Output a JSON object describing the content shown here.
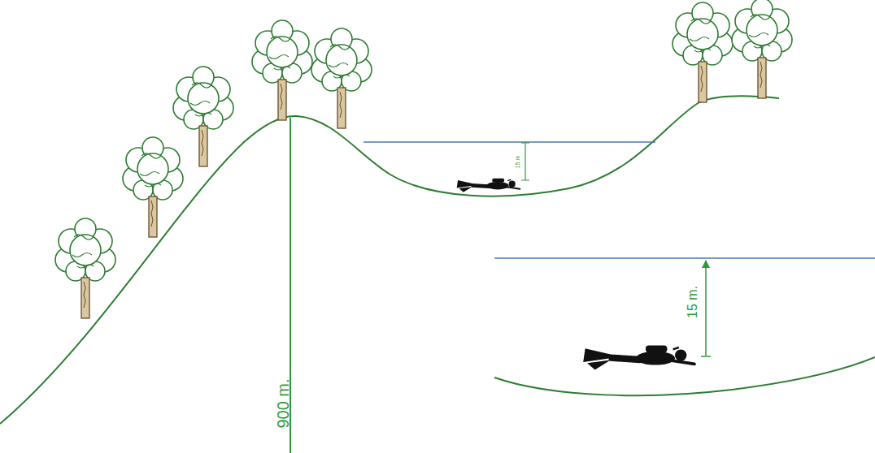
{
  "diagram": {
    "labels": [
      "15 m",
      "900 m.",
      "15 m."
    ]
  }
}
